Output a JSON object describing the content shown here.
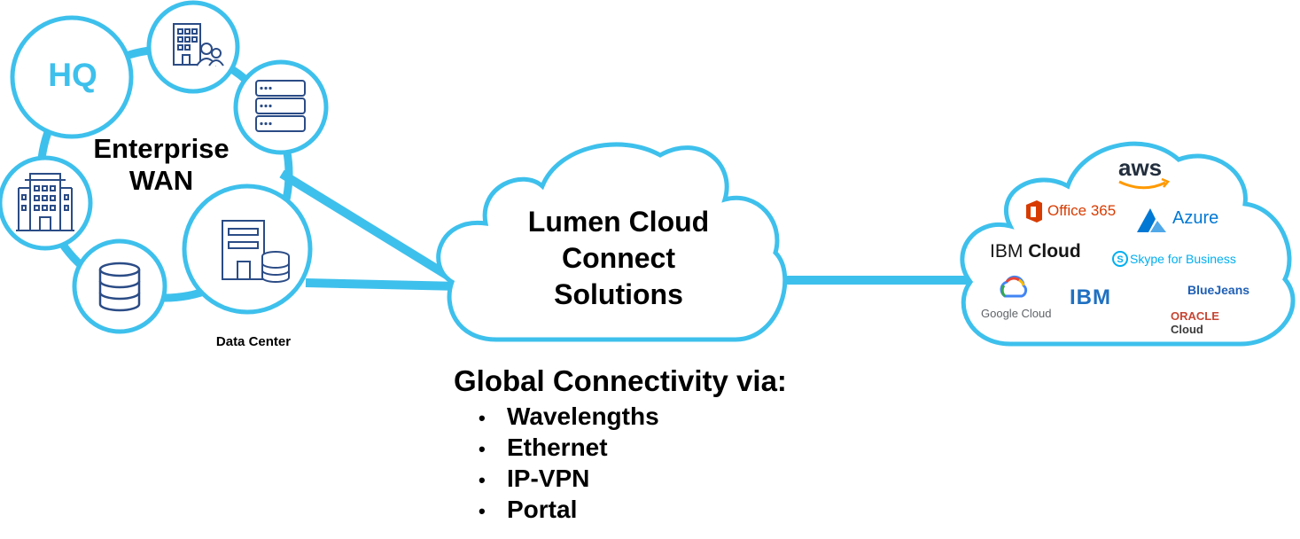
{
  "colors": {
    "accent": "#3EC0EC",
    "icon": "#2B4C86",
    "text": "#000000"
  },
  "enterprise": {
    "hq_label": "HQ",
    "wan_line1": "Enterprise",
    "wan_line2": "WAN",
    "datacenter_label": "Data Center",
    "nodes": [
      "hq",
      "office-people-icon",
      "server-rack-icon",
      "office-building-icon",
      "database-icon",
      "data-center-icon"
    ]
  },
  "cloud": {
    "line1": "Lumen Cloud",
    "line2": "Connect",
    "line3": "Solutions"
  },
  "connectivity": {
    "title": "Global Connectivity via:",
    "bullet": "•",
    "items": [
      "Wavelengths",
      "Ethernet",
      "IP-VPN",
      "Portal"
    ]
  },
  "providers": {
    "aws": "aws",
    "office365": "Office 365",
    "azure": "Azure",
    "ibm_cloud_a": "IBM",
    "ibm_cloud_b": "Cloud",
    "skype": "Skype for Business",
    "google_cloud": "Google Cloud",
    "ibm": "IBM",
    "bluejeans": "BlueJeans",
    "oracle": "ORACLE",
    "oracle_cloud": "Cloud"
  }
}
